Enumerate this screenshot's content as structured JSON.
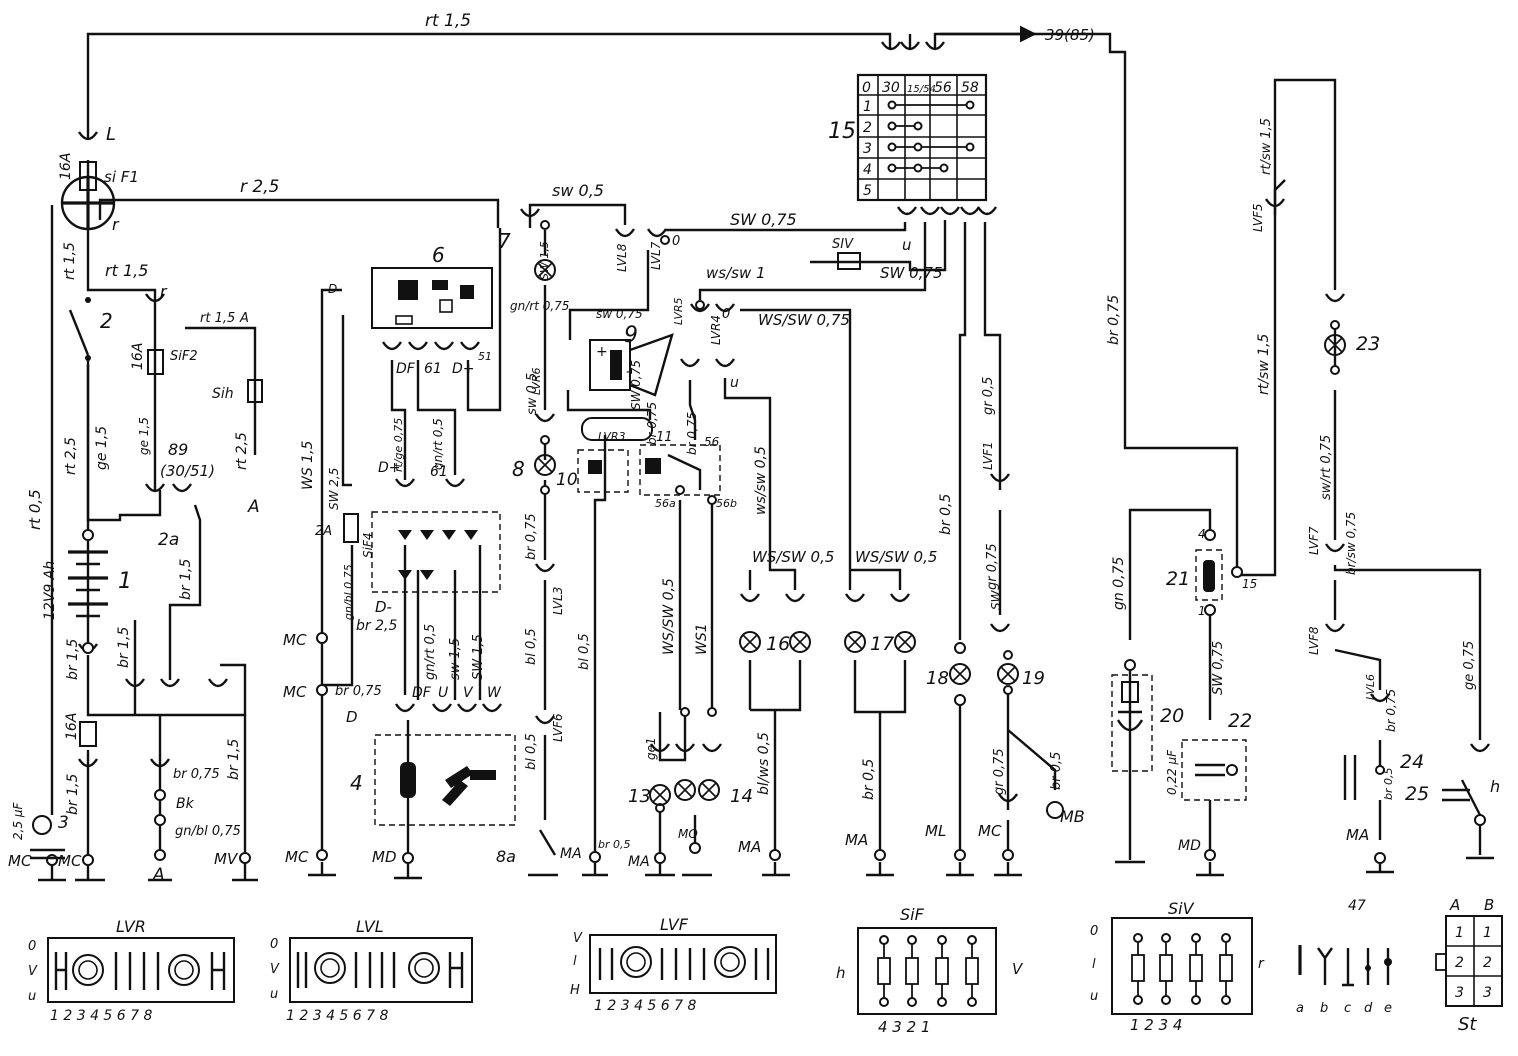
{
  "wire_labels": [
    {
      "id": "top-rt",
      "text": "rt 1,5"
    },
    {
      "id": "r25",
      "text": "r 2,5"
    },
    {
      "id": "sw05",
      "text": "sw 0,5"
    },
    {
      "id": "sw075-top",
      "text": "SW 0,75"
    },
    {
      "id": "sw075-siv",
      "text": "SW 0,75"
    },
    {
      "id": "rt15-left",
      "text": "rt 1,5"
    },
    {
      "id": "rt15-mid",
      "text": "rt 1,5"
    },
    {
      "id": "rt15-sih",
      "text": "rt 1,5"
    },
    {
      "id": "rt25-a",
      "text": "rt 2,5"
    },
    {
      "id": "ge15-a",
      "text": "ge 1,5"
    },
    {
      "id": "ge15-b",
      "text": "ge 1,5"
    },
    {
      "id": "rt25-b",
      "text": "rt 2,5"
    },
    {
      "id": "rt05",
      "text": "rt 0,5"
    },
    {
      "id": "br15-a",
      "text": "br 1,5"
    },
    {
      "id": "br15-b",
      "text": "br 1,5"
    },
    {
      "id": "br15-c",
      "text": "br 1,5"
    },
    {
      "id": "br15-d",
      "text": "br 1,5"
    },
    {
      "id": "br15-e",
      "text": "br 1,5"
    },
    {
      "id": "ws15",
      "text": "WS 1,5"
    },
    {
      "id": "sw25",
      "text": "SW 2,5"
    },
    {
      "id": "br075-left",
      "text": "br 0,75"
    },
    {
      "id": "gnbl075",
      "text": "gn/bl 0,75"
    },
    {
      "id": "gnbl075-b",
      "text": "gn/bl 0,75"
    },
    {
      "id": "br25",
      "text": "br 2,5"
    },
    {
      "id": "br075-mc",
      "text": "br 0,75"
    },
    {
      "id": "rtge075",
      "text": "rt/ge 0,75"
    },
    {
      "id": "gnrt075",
      "text": "gn/rt 0,75"
    },
    {
      "id": "gnrt05",
      "text": "gn/rt 0,5"
    },
    {
      "id": "gnrt05-b",
      "text": "gn/rt 0,5"
    },
    {
      "id": "sw15",
      "text": "sw 1,5"
    },
    {
      "id": "sw15-b",
      "text": "SW 1,5"
    },
    {
      "id": "sw15-c",
      "text": "SW 1,5"
    },
    {
      "id": "sw05-b",
      "text": "sw 0,5"
    },
    {
      "id": "br075-8",
      "text": "br 0,75"
    },
    {
      "id": "bl05-a",
      "text": "bl 0,5"
    },
    {
      "id": "bl05-b",
      "text": "bl 0,5"
    },
    {
      "id": "bl05-c",
      "text": "bl 0,5"
    },
    {
      "id": "br075-sw",
      "text": "br 0,75"
    },
    {
      "id": "sw075-9",
      "text": "sw 0,75"
    },
    {
      "id": "sw075-9b",
      "text": "SW 0,75"
    },
    {
      "id": "br075-lvr3",
      "text": "br 0,75"
    },
    {
      "id": "br075-lvr3b",
      "text": "br 0,75"
    },
    {
      "id": "wssw1",
      "text": "ws/sw 1"
    },
    {
      "id": "wssw075",
      "text": "WS/SW 0,75"
    },
    {
      "id": "wssw05-a",
      "text": "WS/SW 0,5"
    },
    {
      "id": "wssw05-b",
      "text": "ws/sw 0,5"
    },
    {
      "id": "wssw05-c",
      "text": "WS/SW 0,5"
    },
    {
      "id": "wssw05-d",
      "text": "WS/SW 0,5"
    },
    {
      "id": "ws1",
      "text": "WS1"
    },
    {
      "id": "ge1",
      "text": "ge1"
    },
    {
      "id": "blws05",
      "text": "bl/ws 0,5"
    },
    {
      "id": "br05-a",
      "text": "br 0,5"
    },
    {
      "id": "br05-b",
      "text": "br 0,5"
    },
    {
      "id": "br05-c",
      "text": "br 0,5"
    },
    {
      "id": "br05-d",
      "text": "br 0,5"
    },
    {
      "id": "br05-mb",
      "text": "br 0,5"
    },
    {
      "id": "gr05",
      "text": "gr 0,5"
    },
    {
      "id": "gr075-a",
      "text": "gr 0,75"
    },
    {
      "id": "gr075-b",
      "text": "gr 0,75"
    },
    {
      "id": "br075-mc2",
      "text": "br 0,75"
    },
    {
      "id": "rtsw15-a",
      "text": "rt/sw 1,5"
    },
    {
      "id": "rtsw15-b",
      "text": "rt/sw 1,5"
    },
    {
      "id": "swrt075",
      "text": "sw/rt 0,75"
    },
    {
      "id": "brsw075",
      "text": "br/sw 0,75"
    },
    {
      "id": "br075-r",
      "text": "br 0,75"
    },
    {
      "id": "ge075",
      "text": "ge 0,75"
    },
    {
      "id": "sw075-r",
      "text": "SW 0,75"
    },
    {
      "id": "gn075",
      "text": "gn 0,75"
    },
    {
      "id": "sw-20",
      "text": "SW"
    },
    {
      "id": "br05-8a",
      "text": "br 0,5"
    },
    {
      "id": "br05-mo",
      "text": "br 0,5"
    }
  ],
  "component_numbers": [
    "1",
    "2",
    "2a",
    "3",
    "4",
    "6",
    "7",
    "8",
    "8a",
    "9",
    "10",
    "11",
    "13",
    "14",
    "15",
    "16",
    "17",
    "18",
    "19",
    "20",
    "21",
    "22",
    "23",
    "24",
    "25",
    "47",
    "89\n(30/51)"
  ],
  "terminal_labels": {
    "L": "L",
    "r": "r",
    "A": "A",
    "Bk": "Bk",
    "MC": "MC",
    "MD": "MD",
    "MV": "MV",
    "MA": "MA",
    "MO": "MO",
    "MB": "MB",
    "ML": "ML",
    "DF": "DF",
    "D_plus": "D+",
    "D_minus": "D-",
    "D": "D",
    "61": "61",
    "51": "51",
    "U": "U",
    "V": "V",
    "W": "W",
    "u": "u",
    "v": "v",
    "h": "h",
    "56": "56",
    "56a": "56a",
    "56b": "56b",
    "39_85": "39(85)",
    "fuse16A": "16A",
    "fuse2A": "2A",
    "siF1": "si F1",
    "siF2": "SiF2",
    "siF4": "SiF4",
    "sih": "Sih",
    "siv": "SIV",
    "battery": "12V9 Ah",
    "cap25": "2,5 µF",
    "cap022": "0,22 µF",
    "plus": "+",
    "minus": "-",
    "zero": "0"
  },
  "connector_labels": [
    "LVR3",
    "LVR5",
    "LVR6",
    "LVR4",
    "LVL3",
    "LVL6",
    "LVL7",
    "LVL8",
    "LVF1",
    "LVF5",
    "LVF6",
    "LVF7",
    "LVF8"
  ],
  "switch15": {
    "label": "15",
    "headers": [
      "0",
      "30",
      "15/54",
      "56",
      "58"
    ],
    "rows": [
      "1",
      "2",
      "3",
      "4",
      "5"
    ]
  },
  "legend": {
    "lvr": {
      "title": "LVR",
      "rows": [
        "0",
        "V",
        "u"
      ],
      "pins": "1 2    3 4 5 6    7 8"
    },
    "lvl": {
      "title": "LVL",
      "rows": [
        "0",
        "V",
        "u"
      ],
      "pins": "1 2     3 4 5 6    7 8"
    },
    "lvf": {
      "title": "LVF",
      "rows": [
        "V",
        "l",
        "H"
      ],
      "pins": "1 2   3 4 5 6   7 8"
    },
    "sif": {
      "title": "SiF",
      "side_left": "h",
      "side_right": "V",
      "pins": "4  3  2  1"
    },
    "siv": {
      "title": "SiV",
      "rows": [
        "0",
        "l",
        "u"
      ],
      "side": "r",
      "pins": "1  2  3  4"
    },
    "c47": {
      "title": "47",
      "letters": [
        "a",
        "b",
        "c",
        "d",
        "e"
      ]
    },
    "st": {
      "title_a": "A",
      "title_b": "B",
      "cells": [
        "1",
        "1",
        "2",
        "2",
        "3",
        "3"
      ],
      "footer": "St"
    }
  }
}
